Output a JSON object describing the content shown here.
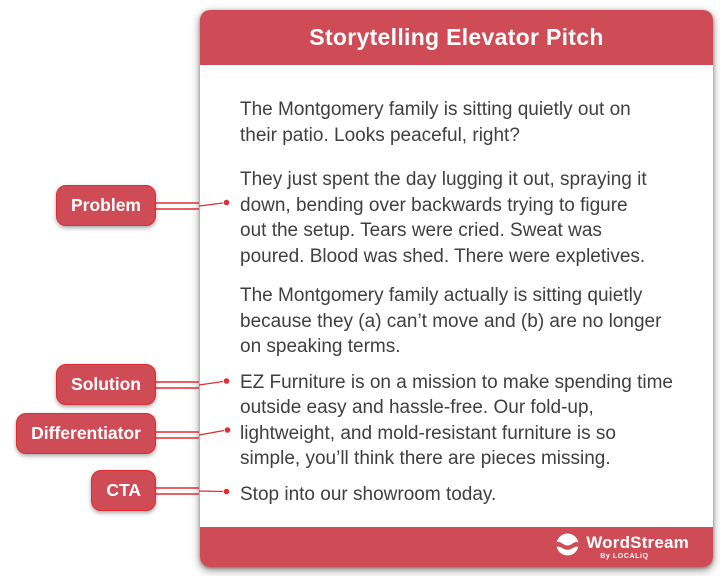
{
  "colors": {
    "primary_red": "#CF4B55",
    "accent_red": "#E02D31",
    "body_text": "#3F3F41",
    "card_background": "#FFFFFF"
  },
  "card": {
    "title": "Storytelling Elevator Pitch",
    "paragraphs": [
      {
        "lines": [
          "The Montgomery family is sitting quietly out on",
          "their patio. Looks peaceful, right?"
        ]
      },
      {
        "lines": [
          "They just spent the day lugging it out, spraying it",
          "down, bending over backwards trying to figure",
          "out the setup. Tears were cried. Sweat was",
          "poured. Blood was shed. There were expletives."
        ]
      },
      {
        "lines": [
          "The Montgomery family actually is sitting quietly",
          "because they (a) can’t move and (b) are no longer",
          "on speaking terms."
        ]
      },
      {
        "lines": [
          "EZ Furniture is on a mission to make spending time",
          "outside easy and hassle-free. Our fold-up,",
          "lightweight, and mold-resistant furniture is so",
          "simple, you’ll think there are pieces missing."
        ]
      },
      {
        "lines": [
          "Stop into our showroom today."
        ]
      }
    ]
  },
  "annotations": [
    {
      "label": "Problem"
    },
    {
      "label": "Solution"
    },
    {
      "label": "Differentiator"
    },
    {
      "label": "CTA"
    }
  ],
  "footer": {
    "brand": "WordStream",
    "byline": "By LOCALiQ"
  }
}
